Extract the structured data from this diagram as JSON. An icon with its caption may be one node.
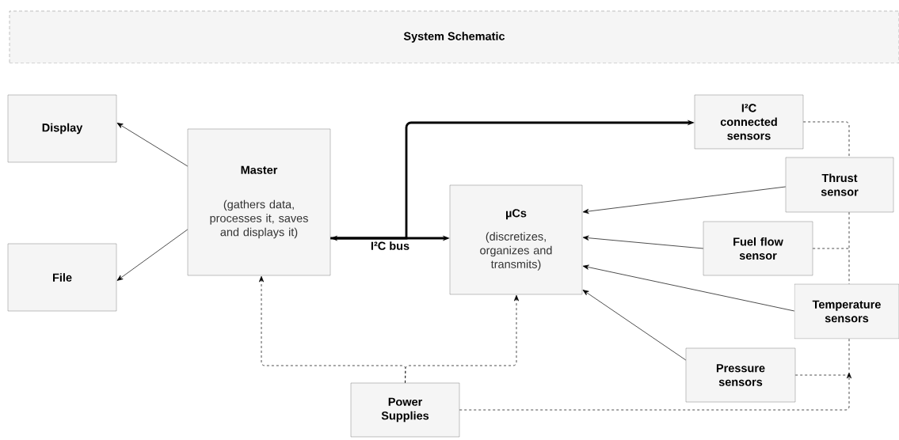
{
  "diagram": {
    "title": "System Schematic",
    "nodes": [
      {
        "text": [
          "Display"
        ]
      },
      {
        "text": [
          "File"
        ]
      },
      {
        "text": [
          "Master",
          "(gathers data, processes it, saves and displays it)"
        ]
      },
      {
        "text": [
          "µCs",
          "(discretizes, organizes and transmits)"
        ]
      },
      {
        "text": [
          "I²C connected sensors"
        ]
      },
      {
        "text": [
          "Thrust sensor"
        ]
      },
      {
        "text": [
          "Fuel flow sensor"
        ]
      },
      {
        "text": [
          "Temperature sensors"
        ]
      },
      {
        "text": [
          "Pressure sensors"
        ]
      },
      {
        "text": [
          "Power Supplies"
        ]
      }
    ],
    "edges": [
      {
        "from": 2,
        "to": 0,
        "arrow": "to"
      },
      {
        "from": 2,
        "to": 1,
        "arrow": "to"
      },
      {
        "from": 2,
        "to": 3,
        "arrow": "both",
        "style": "thick",
        "label": "I²C bus"
      },
      {
        "from": 2,
        "to": 4,
        "arrow": "to",
        "style": "thick"
      },
      {
        "from": 5,
        "to": 3,
        "arrow": "to"
      },
      {
        "from": 6,
        "to": 3,
        "arrow": "to"
      },
      {
        "from": 7,
        "to": 3,
        "arrow": "to"
      },
      {
        "from": 8,
        "to": 3,
        "arrow": "to"
      },
      {
        "from": 9,
        "to": 2,
        "arrow": "to",
        "style": "dashed"
      },
      {
        "from": 9,
        "to": 3,
        "arrow": "to",
        "style": "dashed"
      },
      {
        "from": 9,
        "to": null,
        "arrow": "to",
        "style": "dashed"
      },
      {
        "from": 4,
        "to": 5,
        "arrow": "none",
        "style": "dashed"
      },
      {
        "from": 5,
        "to": 7,
        "arrow": "none",
        "style": "dashed"
      },
      {
        "from": 6,
        "to": null,
        "arrow": "none",
        "style": "dashed"
      },
      {
        "from": 7,
        "to": null,
        "arrow": "none",
        "style": "dashed"
      },
      {
        "from": 8,
        "to": null,
        "arrow": "none",
        "style": "dashed"
      }
    ]
  }
}
